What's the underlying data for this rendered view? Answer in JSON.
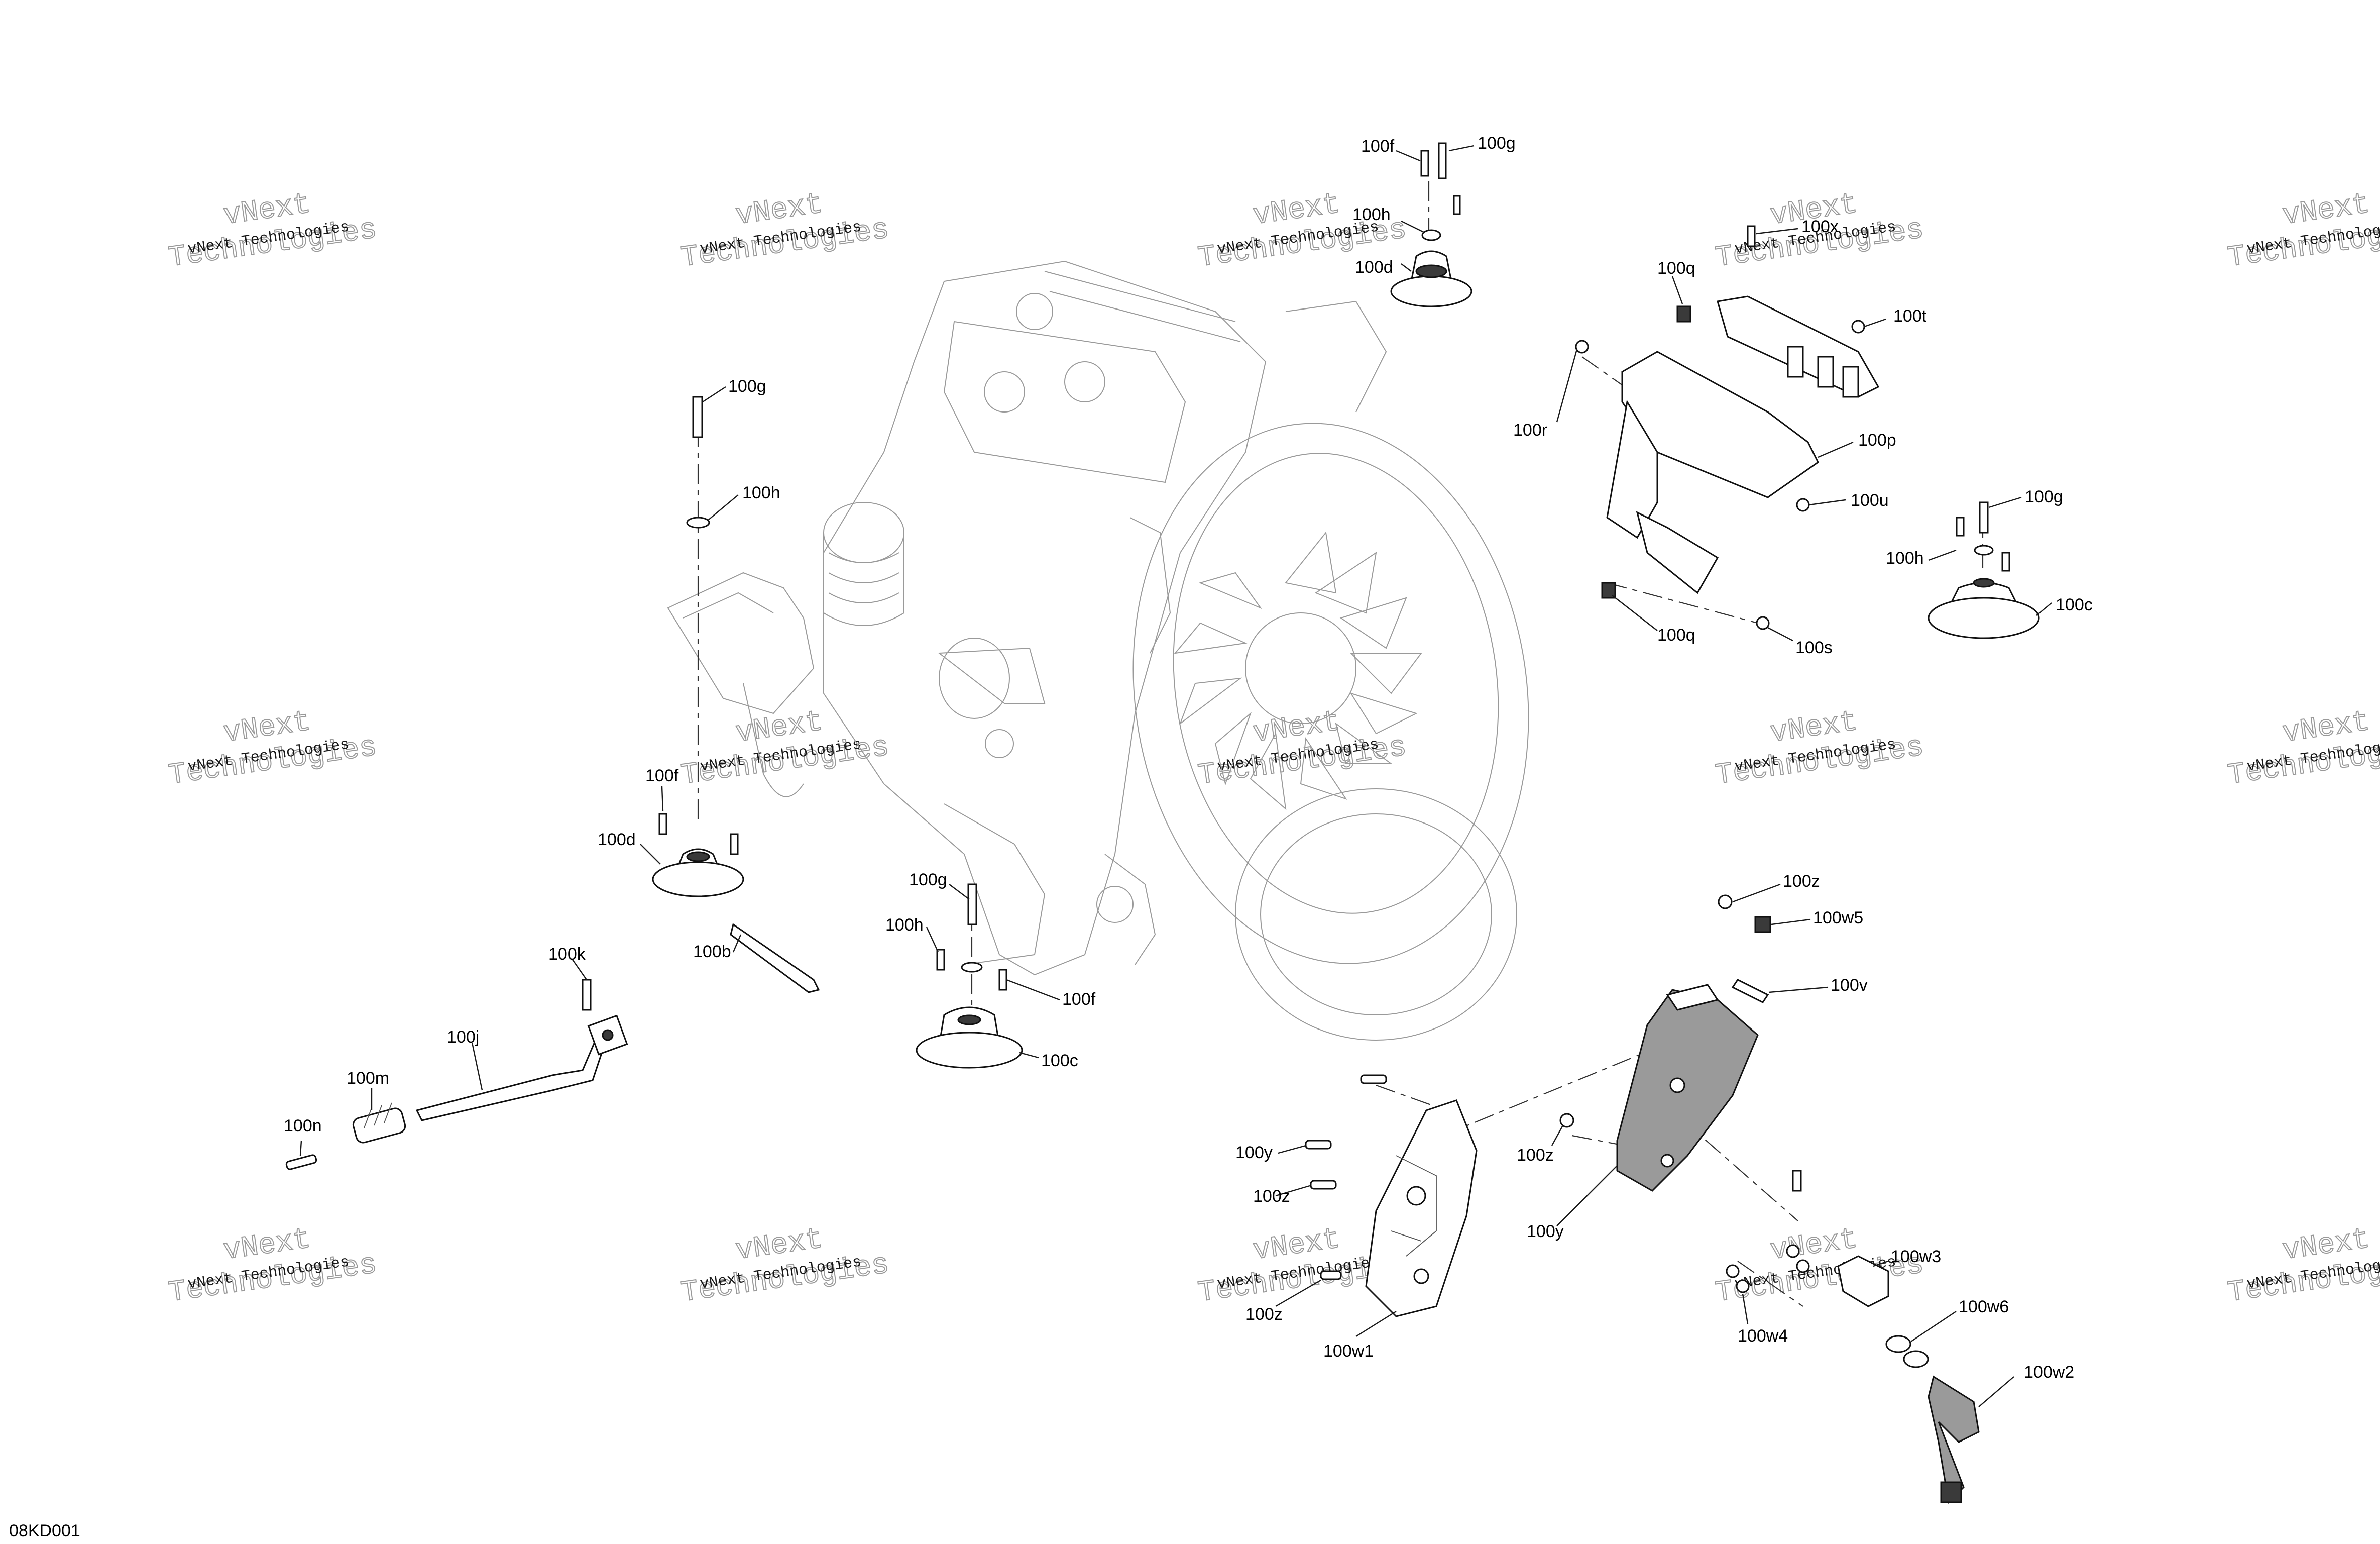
{
  "diagram_code": "08KD001",
  "watermark": {
    "line1": "vNext Technologies",
    "line2": "vNext",
    "line3": "Technologies"
  },
  "callouts": [
    {
      "id": "100f_top",
      "text": "100f"
    },
    {
      "id": "100g_top",
      "text": "100g"
    },
    {
      "id": "100h_top",
      "text": "100h"
    },
    {
      "id": "100d_top",
      "text": "100d"
    },
    {
      "id": "100x",
      "text": "100x"
    },
    {
      "id": "100q_a",
      "text": "100q"
    },
    {
      "id": "100t",
      "text": "100t"
    },
    {
      "id": "100r",
      "text": "100r"
    },
    {
      "id": "100p",
      "text": "100p"
    },
    {
      "id": "100u",
      "text": "100u"
    },
    {
      "id": "100q_b",
      "text": "100q"
    },
    {
      "id": "100s",
      "text": "100s"
    },
    {
      "id": "100g_right",
      "text": "100g"
    },
    {
      "id": "100h_right",
      "text": "100h"
    },
    {
      "id": "100c_right",
      "text": "100c"
    },
    {
      "id": "100g_left",
      "text": "100g"
    },
    {
      "id": "100h_left",
      "text": "100h"
    },
    {
      "id": "100f_left",
      "text": "100f"
    },
    {
      "id": "100d_left",
      "text": "100d"
    },
    {
      "id": "100b",
      "text": "100b"
    },
    {
      "id": "100k",
      "text": "100k"
    },
    {
      "id": "100j",
      "text": "100j"
    },
    {
      "id": "100m",
      "text": "100m"
    },
    {
      "id": "100n",
      "text": "100n"
    },
    {
      "id": "100g_mid",
      "text": "100g"
    },
    {
      "id": "100h_mid",
      "text": "100h"
    },
    {
      "id": "100f_mid",
      "text": "100f"
    },
    {
      "id": "100c_mid",
      "text": "100c"
    },
    {
      "id": "100z_a",
      "text": "100z"
    },
    {
      "id": "100w5",
      "text": "100w5"
    },
    {
      "id": "100v",
      "text": "100v"
    },
    {
      "id": "100y_a",
      "text": "100y"
    },
    {
      "id": "100z_b",
      "text": "100z"
    },
    {
      "id": "100z_c",
      "text": "100z"
    },
    {
      "id": "100y_b",
      "text": "100y"
    },
    {
      "id": "100z_d",
      "text": "100z"
    },
    {
      "id": "100w1",
      "text": "100w1"
    },
    {
      "id": "100w3",
      "text": "100w3"
    },
    {
      "id": "100w4",
      "text": "100w4"
    },
    {
      "id": "100w6",
      "text": "100w6"
    },
    {
      "id": "100w2",
      "text": "100w2"
    }
  ]
}
